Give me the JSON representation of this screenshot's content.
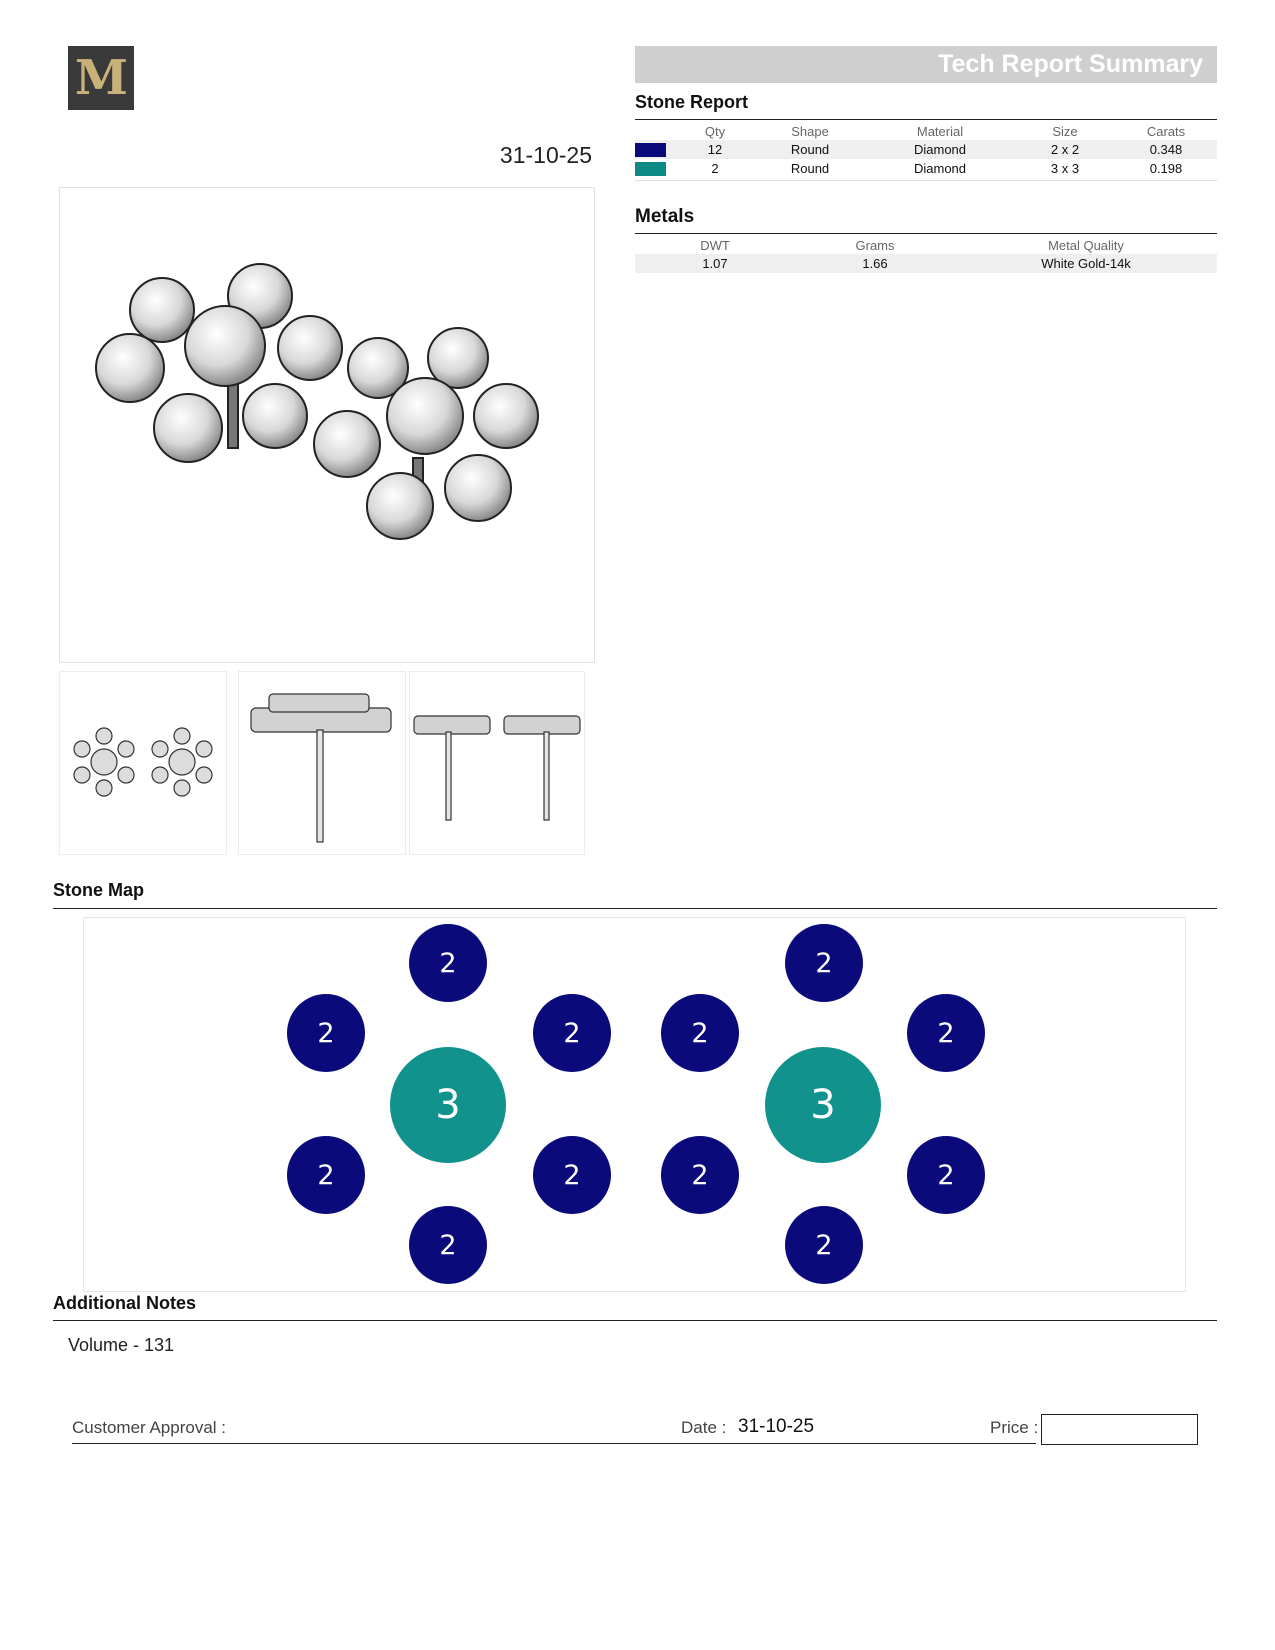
{
  "logo": {
    "letter": "M"
  },
  "document_date": "31-10-25",
  "header": {
    "title": "Tech Report Summary"
  },
  "stone_report": {
    "title": "Stone Report",
    "columns": [
      "Qty",
      "Shape",
      "Material",
      "Size",
      "Carats"
    ],
    "rows": [
      {
        "color": "#0a0a7a",
        "qty": "12",
        "shape": "Round",
        "material": "Diamond",
        "size": "2 x 2",
        "carats": "0.348"
      },
      {
        "color": "#0e8a85",
        "qty": "2",
        "shape": "Round",
        "material": "Diamond",
        "size": "3 x 3",
        "carats": "0.198"
      }
    ]
  },
  "metals": {
    "title": "Metals",
    "columns": [
      "DWT",
      "Grams",
      "Metal Quality"
    ],
    "rows": [
      {
        "dwt": "1.07",
        "grams": "1.66",
        "quality": "White Gold-14k"
      }
    ]
  },
  "stone_map": {
    "title": "Stone Map",
    "small_color": "#0a0a7a",
    "large_color": "#12928c",
    "small_label": "2",
    "large_label": "3"
  },
  "additional_notes": {
    "title": "Additional Notes",
    "text": "Volume - 131"
  },
  "approval": {
    "customer_label": "Customer Approval :",
    "date_label": "Date :",
    "date_value": "31-10-25",
    "price_label": "Price :",
    "price_value": ""
  }
}
